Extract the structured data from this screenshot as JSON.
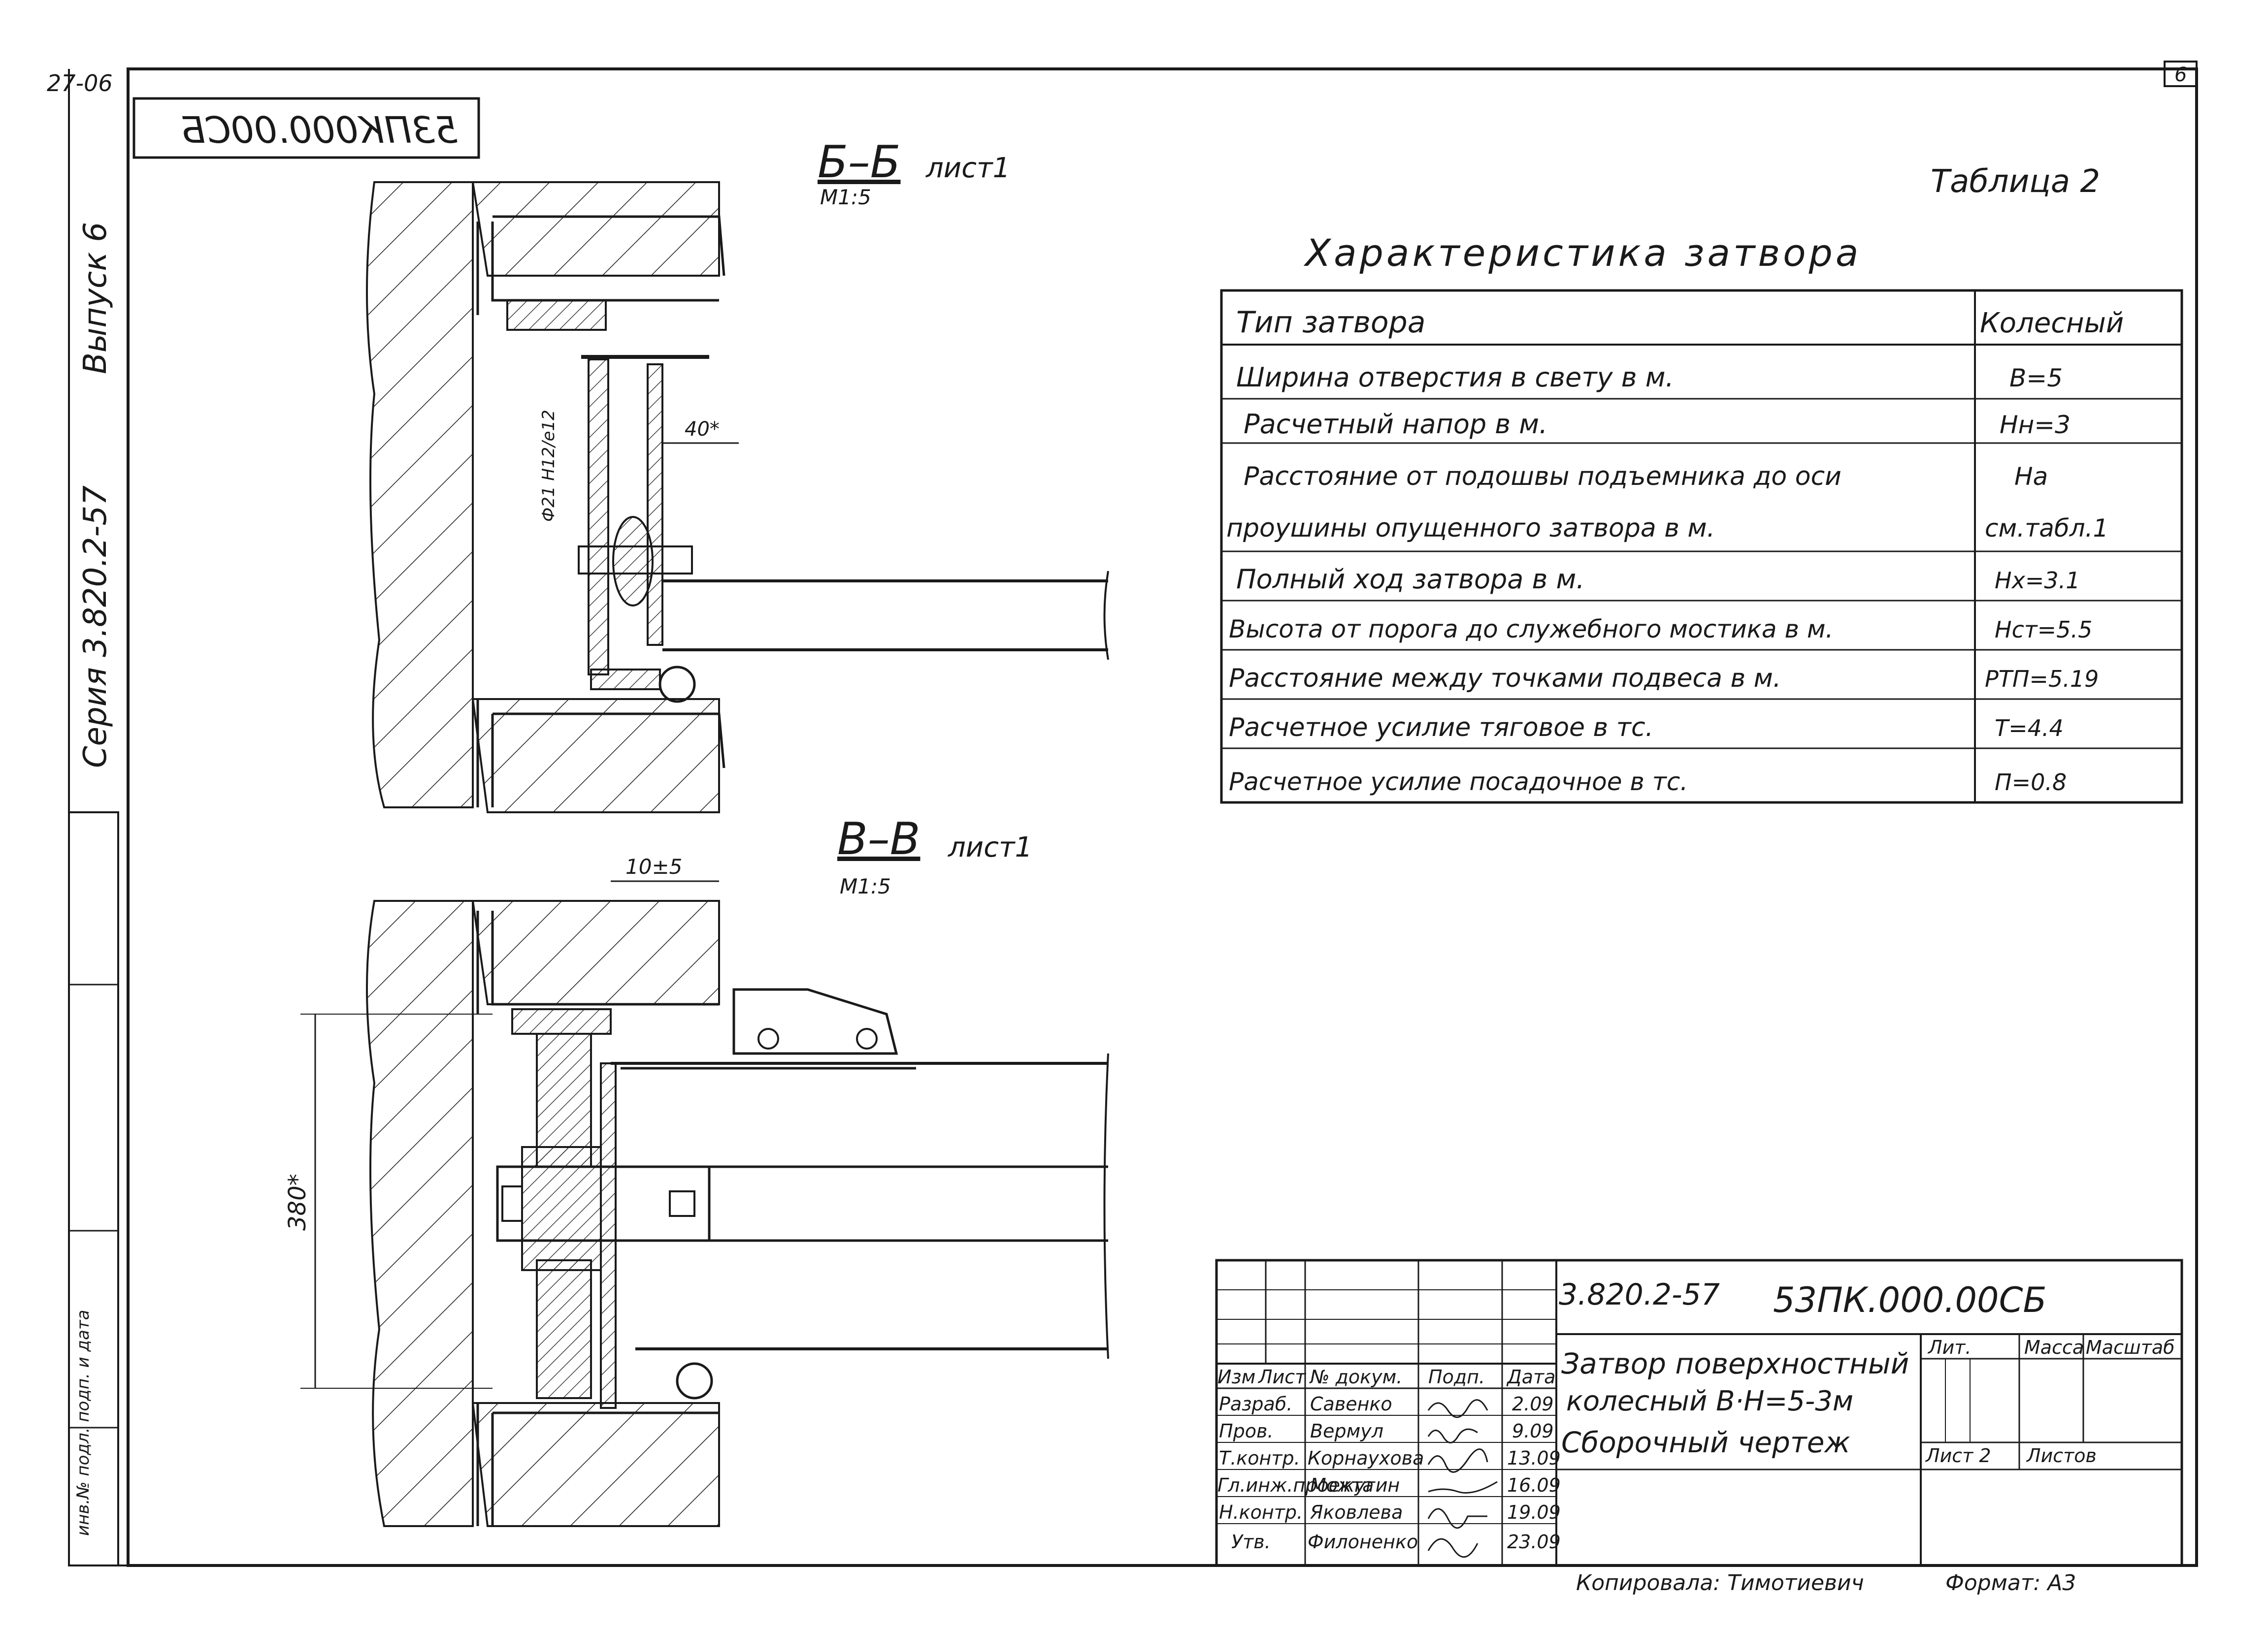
{
  "sheet": {
    "corner_label": "27-06",
    "sheet_number": "6",
    "stamp_code": "53ПК000.00СБ",
    "series_text": "Серия 3.820.2-57",
    "issue_text": "Выпуск 6",
    "margin_text": "инв.№ подл. подп. и дата"
  },
  "section_bb": {
    "title": "Б–Б",
    "sheet_ref": "лист1",
    "scale": "М1:5",
    "dim_40": "40*",
    "dim_hole": "Ф21 Н12/е12"
  },
  "section_vv": {
    "title": "В–В",
    "sheet_ref": "лист1",
    "scale": "М1:5",
    "dim_gap": "10±5",
    "dim_380": "380*"
  },
  "table2": {
    "label": "Таблица 2",
    "title": "Характеристика затвора",
    "header": [
      "Тип затвора",
      "Колесный"
    ],
    "rows": [
      [
        "Ширина отверстия в свету в м.",
        "В=5"
      ],
      [
        "Расчетный напор в м.",
        "Нн=3"
      ],
      [
        "Расстояние от подошвы подъемника до оси",
        "На"
      ],
      [
        "проушины опущенного затвора в м.",
        "см.табл.1"
      ],
      [
        "Полный ход затвора в м.",
        "Нх=3.1"
      ],
      [
        "Высота от порога до служебного мостика в м.",
        "Нст=5.5"
      ],
      [
        "Расстояние между точками подвеса в м.",
        "РТП=5.19"
      ],
      [
        "Расчетное усилие тяговое в тс.",
        "Т=4.4"
      ],
      [
        "Расчетное усилие посадочное в тс.",
        "П=0.8"
      ]
    ]
  },
  "title_block": {
    "doc_code": "3.820.2-57",
    "drawing_code": "53ПК.000.00СБ",
    "name_line1": "Затвор поверхностный",
    "name_line2": "колесный В·Н=5-3м",
    "name_line3": "Сборочный чертеж",
    "col_headers": [
      "Изм",
      "Лист",
      "№ докум.",
      "Подп.",
      "Дата"
    ],
    "sign_rows": [
      {
        "role": "Разраб.",
        "name": "Савенко",
        "date": "2.09"
      },
      {
        "role": "Пров.",
        "name": "Вермул",
        "date": "9.09"
      },
      {
        "role": "Т.контр.",
        "name": "Корнаухова",
        "date": "13.09"
      },
      {
        "role": "Гл.инж.проекта",
        "name": "Можугин",
        "date": "16.09"
      },
      {
        "role": "Н.контр.",
        "name": "Яковлева",
        "date": "19.09"
      },
      {
        "role": "Утв.",
        "name": "Филоненко",
        "date": "23.09"
      }
    ],
    "lit_label": "Лит.",
    "mass_label": "Масса",
    "scale_label": "Масштаб",
    "sheet_label": "Лист 2",
    "sheets_label": "Листов",
    "copied_by": "Копировала: Тимотиевич",
    "format": "Формат: А3"
  }
}
